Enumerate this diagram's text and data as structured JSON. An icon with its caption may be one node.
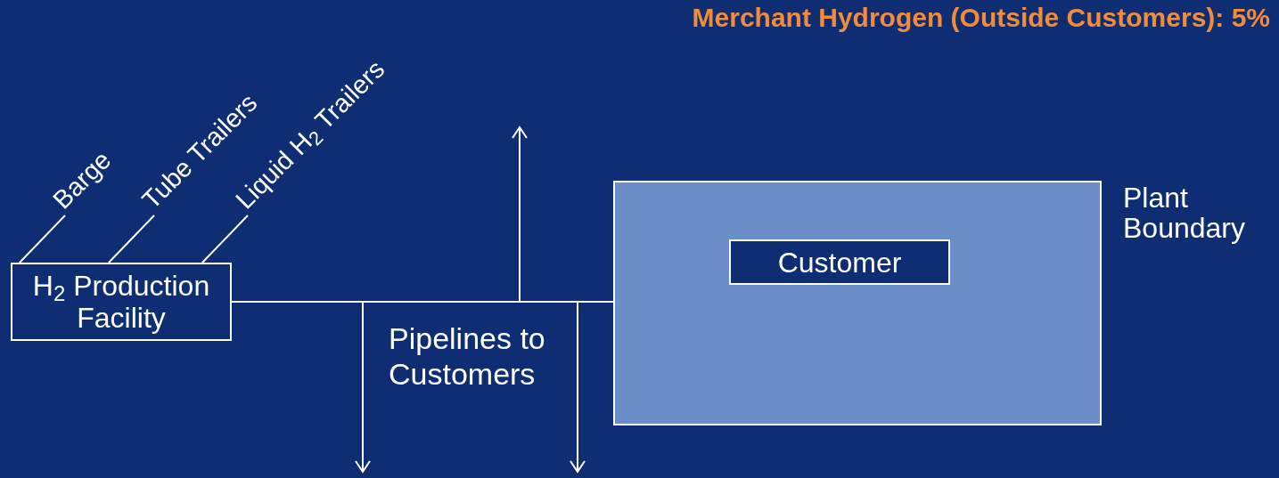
{
  "diagram": {
    "title": "Merchant Hydrogen (Outside Customers): 5%",
    "nodes": [
      {
        "text": [
          "H$_{2}$ Production Facility"
        ]
      },
      {
        "text": [
          "Barge"
        ]
      },
      {
        "text": [
          "Tube Trailers"
        ]
      },
      {
        "text": [
          "Liquid H$_{2}$ Trailers"
        ]
      },
      {
        "text": [
          "Plant Boundary"
        ]
      },
      {
        "text": [
          "Customer"
        ],
        "in": 4
      }
    ],
    "edges": [
      {
        "from": 1,
        "to": 0,
        "arrow": "none"
      },
      {
        "from": 2,
        "to": 0,
        "arrow": "none"
      },
      {
        "from": 3,
        "to": 0,
        "arrow": "none"
      },
      {
        "from": 0,
        "to": 4,
        "arrow": "none"
      },
      {
        "from": 0,
        "to": null,
        "arrow": "to"
      },
      {
        "from": 0,
        "to": null,
        "arrow": "to"
      },
      {
        "from": 0,
        "to": null,
        "arrow": "to"
      }
    ],
    "labels": [
      "Pipelines to Customers"
    ]
  }
}
